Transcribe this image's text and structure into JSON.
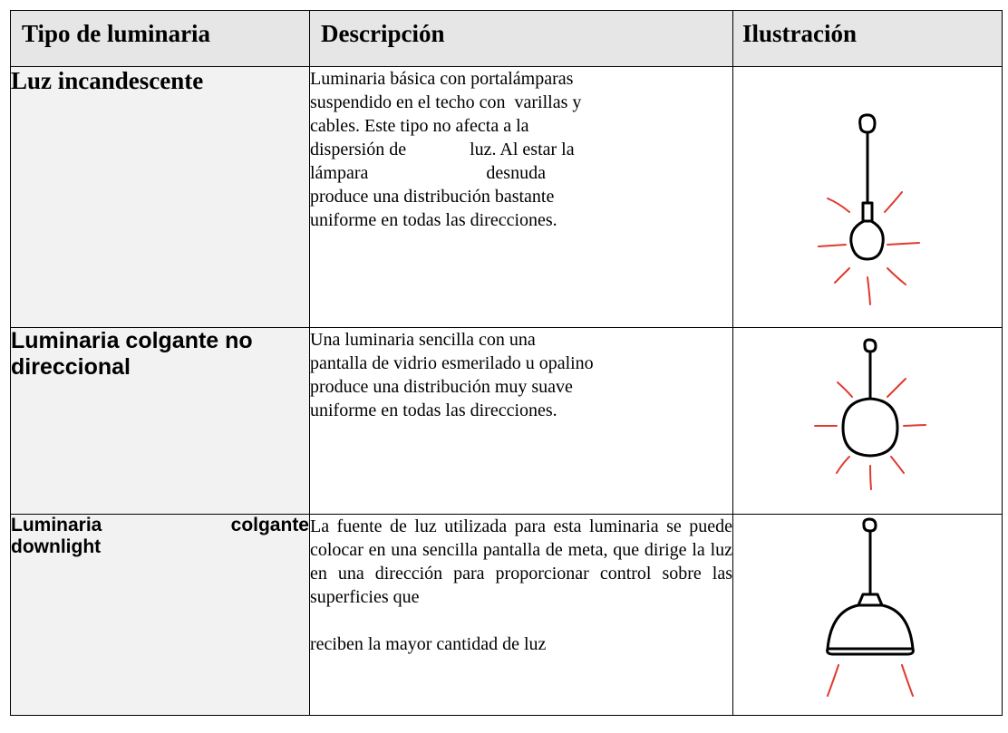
{
  "table": {
    "headers": [
      "Tipo de luminaria",
      "Descripción",
      "Ilustración"
    ],
    "rows": [
      {
        "type": "Luz incandescente",
        "description_lines": [
          "Luminaria básica con portalámparas",
          "suspendido en el techo con  varillas y",
          "cables. Este tipo no afecta a la",
          "dispersión de              luz. Al estar la",
          "lámpara                          desnuda",
          "produce una distribución bastante",
          "uniforme en todas las direcciones."
        ],
        "illustration_icon": "bare-bulb-pendant-icon"
      },
      {
        "type": "Luminaria colgante no direccional",
        "description_lines": [
          "Una luminaria sencilla con una",
          "pantalla de vidrio esmerilado u opalino",
          "produce una distribución muy suave",
          "uniforme en todas las direcciones."
        ],
        "illustration_icon": "globe-pendant-icon"
      },
      {
        "type_words": [
          "Luminaria",
          "colgante"
        ],
        "type_rest": "downlight",
        "description_paragraph": "La fuente de luz utilizada para esta luminaria se puede colocar en una sencilla pantalla de meta, que dirige la luz en una dirección para proporcionar control sobre las superficies que",
        "description_last": "reciben la mayor cantidad de luz",
        "illustration_icon": "dome-downlight-pendant-icon"
      }
    ]
  },
  "colors": {
    "header_bg": "#e6e6e6",
    "type_cell_bg": "#f2f2f2",
    "ray_red": "#e03a2f",
    "ink": "#000000"
  }
}
